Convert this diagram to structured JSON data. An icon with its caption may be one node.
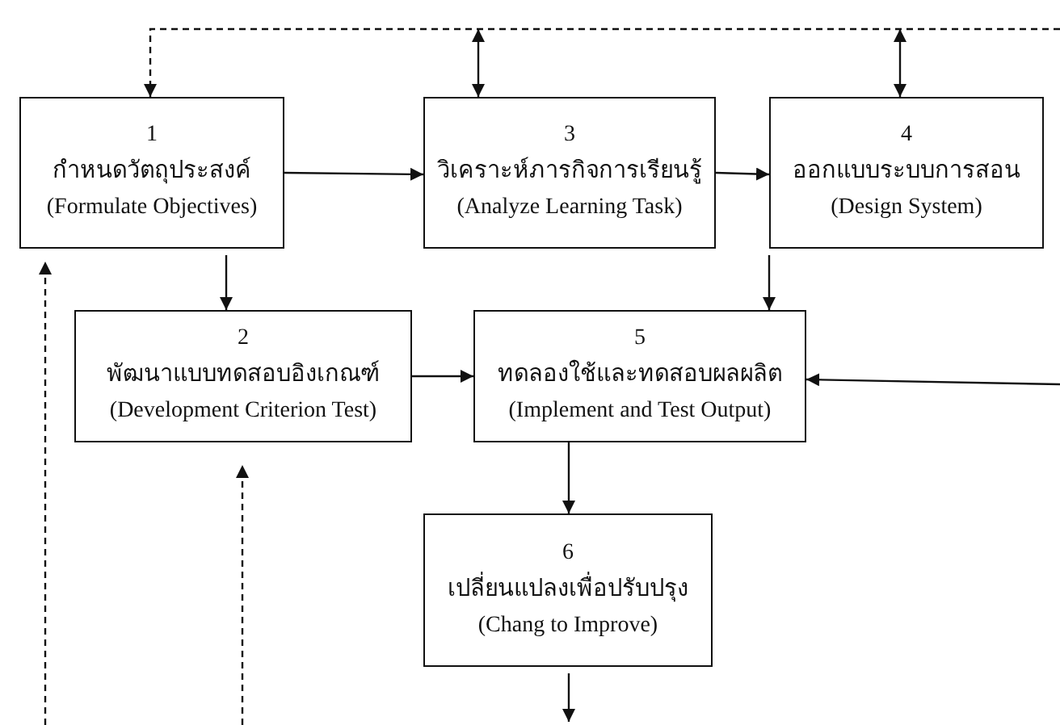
{
  "diagram": {
    "nodes": [
      {
        "text": [
          "1",
          "กำหนดวัตถุประสงค์",
          "(Formulate Objectives)"
        ]
      },
      {
        "text": [
          "3",
          "วิเคราะห์ภารกิจการเรียนรู้",
          "(Analyze Learning Task)"
        ]
      },
      {
        "text": [
          "4",
          "ออกแบบระบบการสอน",
          "(Design System)"
        ]
      },
      {
        "text": [
          "2",
          "พัฒนาแบบทดสอบอิงเกณฑ์",
          "(Development Criterion Test)"
        ]
      },
      {
        "text": [
          "5",
          "ทดลองใช้และทดสอบผลผลิต",
          "(Implement and Test Output)"
        ]
      },
      {
        "text": [
          "6",
          "เปลี่ยนแปลงเพื่อปรับปรุง",
          "(Chang to Improve)"
        ]
      }
    ],
    "edges": [
      {
        "from": 0,
        "to": 1,
        "arrow": "to"
      },
      {
        "from": 1,
        "to": 2,
        "arrow": "to"
      },
      {
        "from": 0,
        "to": 3,
        "arrow": "to"
      },
      {
        "from": 3,
        "to": 4,
        "arrow": "to"
      },
      {
        "from": 2,
        "to": 4,
        "arrow": "to"
      },
      {
        "from": 4,
        "to": 5,
        "arrow": "to"
      },
      {
        "from": 5,
        "to": null,
        "arrow": "to"
      },
      {
        "from": null,
        "to": 4,
        "arrow": "to"
      },
      {
        "from": null,
        "to": 0,
        "arrow": "to",
        "style": "dashed"
      },
      {
        "from": null,
        "to": 1,
        "arrow": "both"
      },
      {
        "from": null,
        "to": 2,
        "arrow": "both"
      },
      {
        "from": null,
        "to": 0,
        "arrow": "to",
        "style": "dashed"
      },
      {
        "from": null,
        "to": 3,
        "arrow": "to",
        "style": "dashed"
      }
    ]
  }
}
